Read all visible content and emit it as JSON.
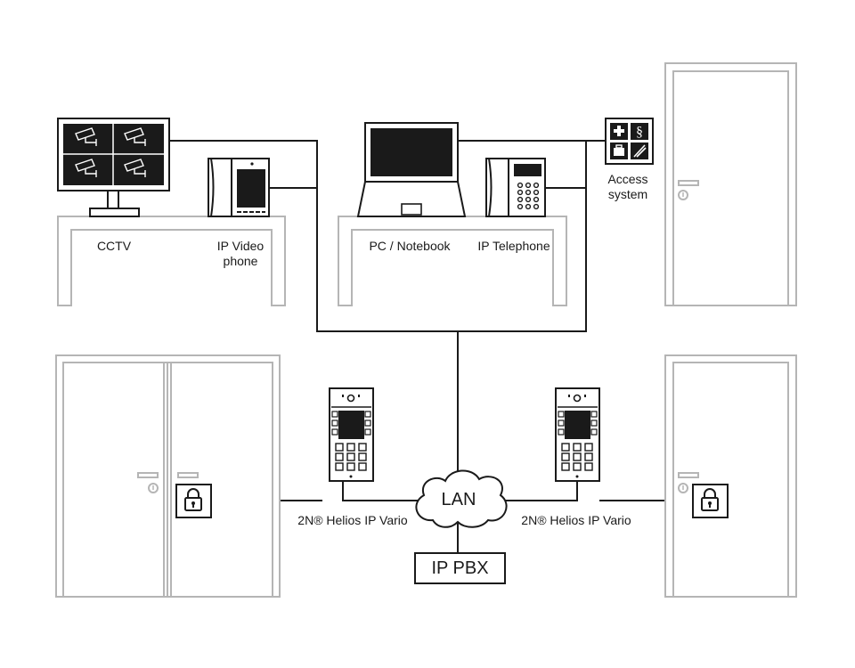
{
  "labels": {
    "cctv": "CCTV",
    "ip_video_phone_line1": "IP Video",
    "ip_video_phone_line2": "phone",
    "pc_notebook": "PC / Notebook",
    "ip_telephone": "IP Telephone",
    "access_system_line1": "Access",
    "access_system_line2": "system",
    "helios_left": "2N® Helios IP Vario",
    "helios_right": "2N® Helios IP Vario",
    "lan": "LAN",
    "ip_pbx": "IP PBX"
  },
  "access_icons": [
    "plus-cross-icon",
    "section-sign-icon",
    "briefcase-icon",
    "tools-icon"
  ],
  "access_section_glyph": "§",
  "colors": {
    "line": "#1a1a1a",
    "outline": "#b5b5b5",
    "fill": "#ffffff"
  }
}
